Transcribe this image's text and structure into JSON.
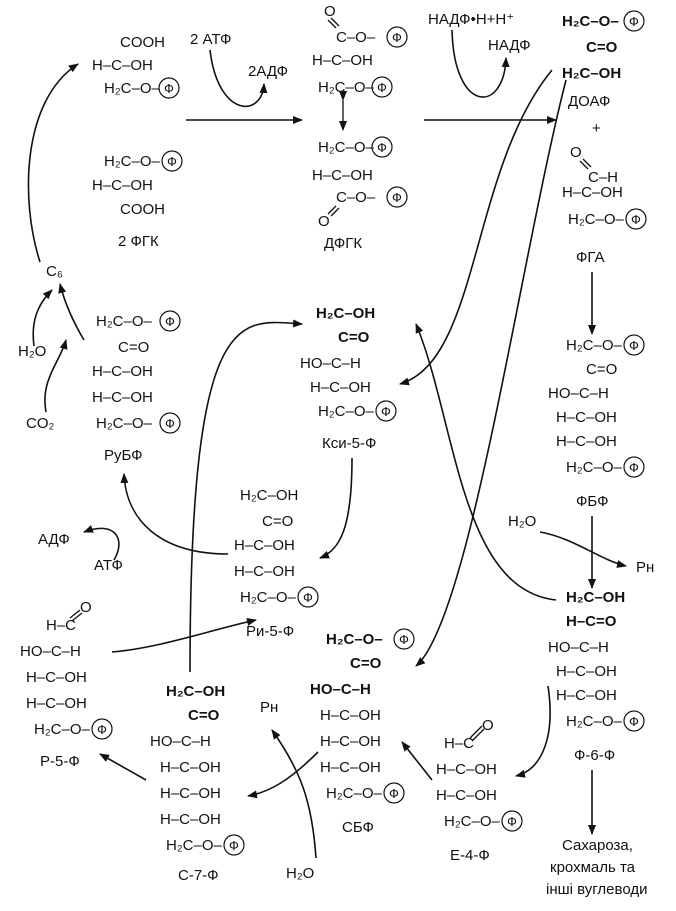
{
  "phosphate": "Ф",
  "molecules": {
    "fgk_top": [
      "COOH",
      "H–C–OH",
      "H₂C–O–"
    ],
    "fgk_bottom": [
      "H₂C–O–",
      "H–C–OH",
      "COOH"
    ],
    "fgk_label": "2 ФГК",
    "dfgk_top": [
      "C–O–",
      "H–C–OH",
      "H₂C–O–"
    ],
    "dfgk_bottom": [
      "H₂C–O–",
      "H–C–OH",
      "C–O–"
    ],
    "dfgk_label": "ДФГК",
    "doaf": [
      "H₂C–O–",
      "C=O",
      "H₂C–OH"
    ],
    "doaf_label": "ДОАФ",
    "plus": "+",
    "fga": [
      "C–H",
      "H–C–OH",
      "H₂C–O–"
    ],
    "fga_label": "ФГА",
    "fbf": [
      "H₂C–O–",
      "C=O",
      "HO–C–H",
      "H–C–OH",
      "H–C–OH",
      "H₂C–O–"
    ],
    "fbf_label": "ФБФ",
    "f6f": [
      "H₂C–OH",
      "H–C=O",
      "HO–C–H",
      "H–C–OH",
      "H–C–OH",
      "H₂C–O–"
    ],
    "f6f_label": "Ф-6-Ф",
    "ksi": [
      "H₂C–OH",
      "C=O",
      "HO–C–H",
      "H–C–OH",
      "H₂C–O–"
    ],
    "ksi_label": "Кси-5-Ф",
    "rubf": [
      "H₂C–O–",
      "C=O",
      "H–C–OH",
      "H–C–OH",
      "H₂C–O–"
    ],
    "rubf_label": "РуБФ",
    "ri5f": [
      "H₂C–OH",
      "C=O",
      "H–C–OH",
      "H–C–OH",
      "H₂C–O–"
    ],
    "ri5f_label": "Ри-5-Ф",
    "p5f": [
      "H–C",
      "HO–C–H",
      "H–C–OH",
      "H–C–OH",
      "H₂C–O–"
    ],
    "p5f_label": "Р-5-Ф",
    "s7f": [
      "H₂C–OH",
      "C=O",
      "HO–C–H",
      "H–C–OH",
      "H–C–OH",
      "H–C–OH",
      "H₂C–O–"
    ],
    "s7f_label": "С-7-Ф",
    "sbf": [
      "H₂C–O–",
      "C=O",
      "HO–C–H",
      "H–C–OH",
      "H–C–OH",
      "H–C–OH",
      "H₂C–O–"
    ],
    "sbf_label": "СБФ",
    "e4f": [
      "H–C",
      "H–C–OH",
      "H–C–OH",
      "H₂C–O–"
    ],
    "e4f_label": "Е-4-Ф"
  },
  "reagents": {
    "atf2": "2 АТФ",
    "adf2": "2АДФ",
    "nadfh": "НАДФ•H+H⁺",
    "nadf": "НАДФ",
    "c6": "C₆",
    "h2o_left": "H₂O",
    "co2": "CO₂",
    "adf": "АДФ",
    "atf": "АТФ",
    "h2o_fbf": "H₂O",
    "pn_right": "Pн",
    "pn_mid": "Pн",
    "h2o_bottom": "H₂O",
    "oxygen": "O",
    "hydrogen": "H",
    "products": [
      "Сахароза,",
      "крохмаль та",
      "інші вуглеводи"
    ]
  }
}
